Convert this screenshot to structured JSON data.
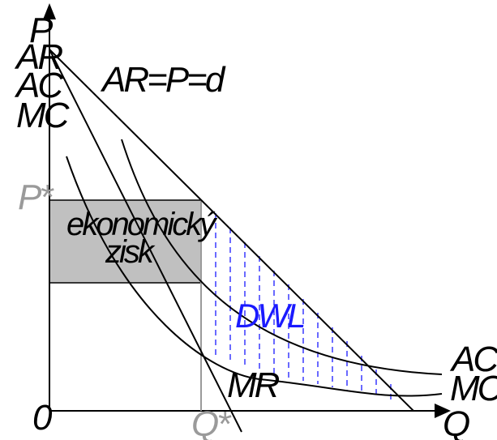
{
  "labels": {
    "y_axis": [
      "P",
      "AR",
      "AC",
      "MC"
    ],
    "demand": "AR=P=d",
    "p_star": "P*",
    "q_star": "Q*",
    "origin": "0",
    "x_axis": "Q",
    "profit_line1": "ekonomický",
    "profit_line2": "zisk",
    "dwl": "DWL",
    "mr": "MR",
    "ac": "AC",
    "mc": "MC"
  },
  "colors": {
    "profit_fill": "#c0c0c0",
    "dwl_hatch": "#1a1aff",
    "guide": "#9a9a9a",
    "curve": "#000000"
  }
}
